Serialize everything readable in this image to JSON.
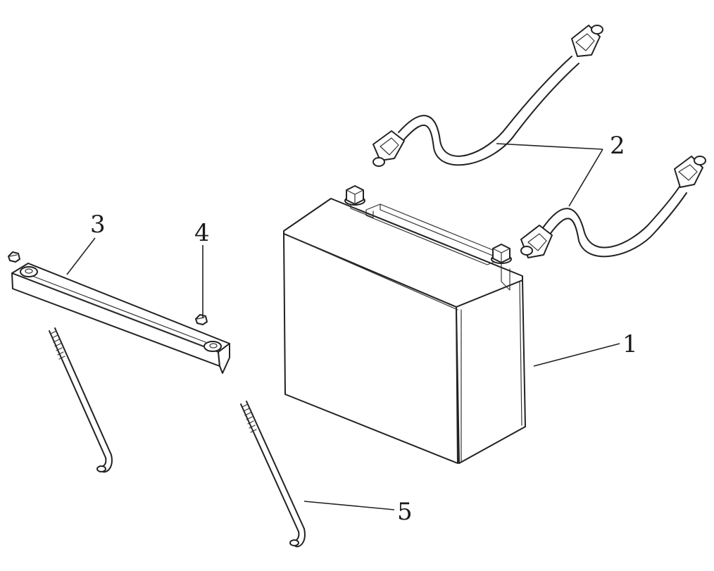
{
  "labels": {
    "battery": "1",
    "cables": "2",
    "strap": "3",
    "nut": "4",
    "rod": "5"
  },
  "colors": {
    "line": "#222222",
    "background": "#ffffff"
  }
}
